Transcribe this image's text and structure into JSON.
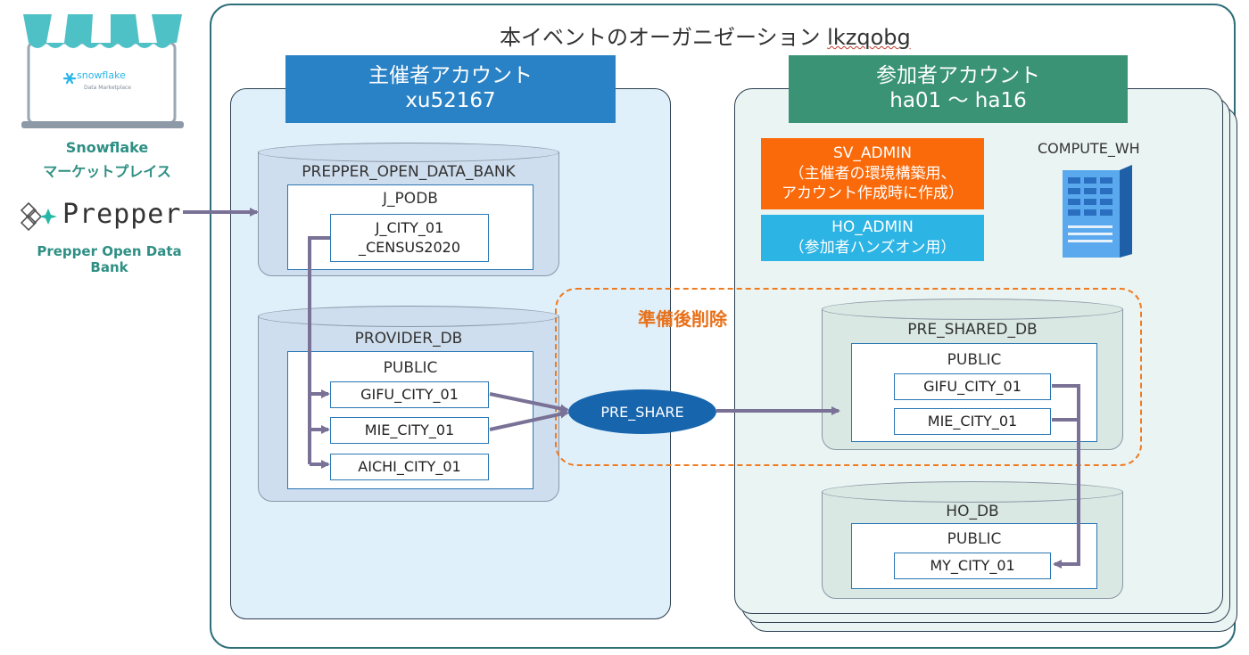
{
  "organization": {
    "title": "本イベントのオーガニゼーション",
    "id": "lkzqobg"
  },
  "marketplace": {
    "screen_brand": "snowflake",
    "screen_sub": "Data Marketplace",
    "label_line1": "Snowflake",
    "label_line2": "マーケットプレイス",
    "prepper_logo": "Prepper",
    "prepper_caption": "Prepper Open Data Bank"
  },
  "host": {
    "header_title": "主催者アカウント",
    "header_account": "xu52167",
    "dbs": [
      {
        "name": "PREPPER_OPEN_DATA_BANK",
        "schema": "J_PODB",
        "tables": [
          "J_CITY_01\n_CENSUS2020"
        ]
      },
      {
        "name": "PROVIDER_DB",
        "schema": "PUBLIC",
        "tables": [
          "GIFU_CITY_01",
          "MIE_CITY_01",
          "AICHI_CITY_01"
        ]
      }
    ]
  },
  "share": {
    "label": "PRE_SHARE"
  },
  "remove_note": "準備後削除",
  "participant": {
    "header_title": "参加者アカウント",
    "header_range": "ha01 〜 ha16",
    "roles": [
      {
        "name": "SV_ADMIN",
        "line2": "（主催者の環境構築用、",
        "line3": "アカウント作成時に作成）",
        "color": "#fa6a0a"
      },
      {
        "name": "HO_ADMIN",
        "line2": "（参加者ハンズオン用）",
        "color": "#2cb4e4"
      }
    ],
    "warehouse": {
      "label": "COMPUTE_WH",
      "icon": "server-icon"
    },
    "dbs": [
      {
        "name": "PRE_SHARED_DB",
        "schema": "PUBLIC",
        "tables": [
          "GIFU_CITY_01",
          "MIE_CITY_01"
        ]
      },
      {
        "name": "HO_DB",
        "schema": "PUBLIC",
        "tables": [
          "MY_CITY_01"
        ]
      }
    ]
  },
  "colors": {
    "arrow": "#7a7196",
    "outer_border": "#2e6f78",
    "host_header": "#2a82c6",
    "participant_header": "#3a9374",
    "dashed": "#f07a1f",
    "share": "#1765ad"
  }
}
